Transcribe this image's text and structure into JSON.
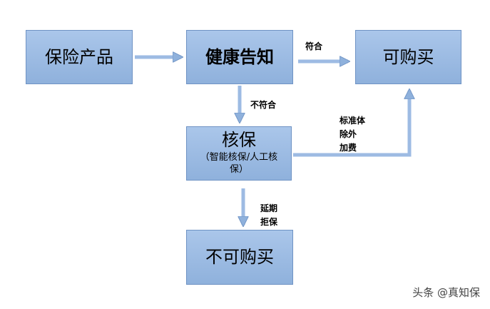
{
  "nodes": {
    "product": "保险产品",
    "health": "健康告知",
    "buy": "可购买",
    "underwriting": "核保",
    "underwriting_note_1": "（智能核保/人工核",
    "underwriting_note_2": "保）",
    "no_buy": "不可购买"
  },
  "edges": {
    "match": "符合",
    "no_match": "不符合",
    "standard_1": "标准体",
    "standard_2": "除外",
    "standard_3": "加费",
    "postpone_1": "延期",
    "postpone_2": "拒保"
  },
  "watermark": "头条 @真知保",
  "colors": {
    "box_fill": "#9dbbe3",
    "box_border": "#6f93c4",
    "arrow": "#9dbbe3"
  }
}
